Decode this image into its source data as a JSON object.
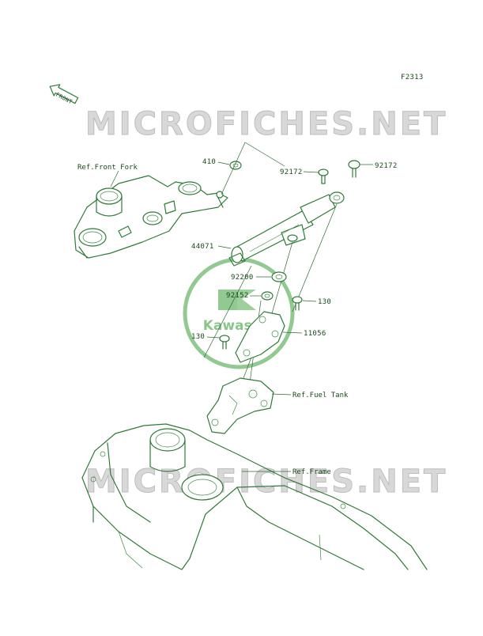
{
  "page_code": "F2313",
  "front_label": "FRONT",
  "watermark_text": "MICROFICHES.NET",
  "logo_text": "Kawasaki",
  "colors": {
    "line": "#2f7a38",
    "label": "#1a4a1a",
    "logo": "#7ec07e",
    "watermark": "#d8d8d8"
  },
  "references": {
    "front_fork": "Ref.Front Fork",
    "fuel_tank": "Ref.Fuel Tank",
    "frame": "Ref.Frame"
  },
  "parts": {
    "p410": "410",
    "p92172_left": "92172",
    "p92172_right": "92172",
    "p44071": "44071",
    "p92200": "92200",
    "p92152": "92152",
    "p130_right": "130",
    "p130_left": "130",
    "p11056": "11056"
  }
}
